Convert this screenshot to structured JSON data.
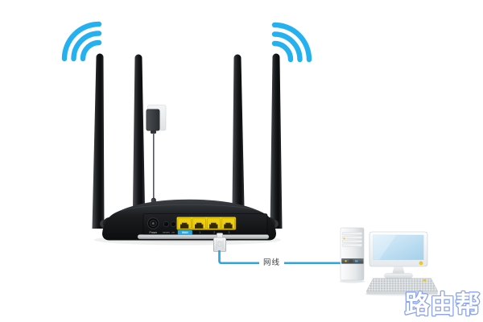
{
  "scene": {
    "background": "#ffffff",
    "type": "router-to-computer-connection-diagram"
  },
  "wifi_signal": {
    "color": "#25b1f0"
  },
  "router": {
    "antenna_count": 4,
    "back_panel": {
      "power_label": "Power",
      "wifi_wps_label": "WiFi/WPS",
      "reset_label": "RST",
      "wan_label": "WAN",
      "lan_labels": [
        "1",
        "2",
        "3"
      ]
    },
    "colors": {
      "body": "#1b1d1f",
      "ports_yellow": "#e9c90f",
      "wan_tag_blue": "#2aa4dc"
    }
  },
  "cable": {
    "label": "网线",
    "color": "#2ba8e0"
  },
  "watermark": {
    "text": "路由帮",
    "outline_color": "#8aa2f0"
  }
}
